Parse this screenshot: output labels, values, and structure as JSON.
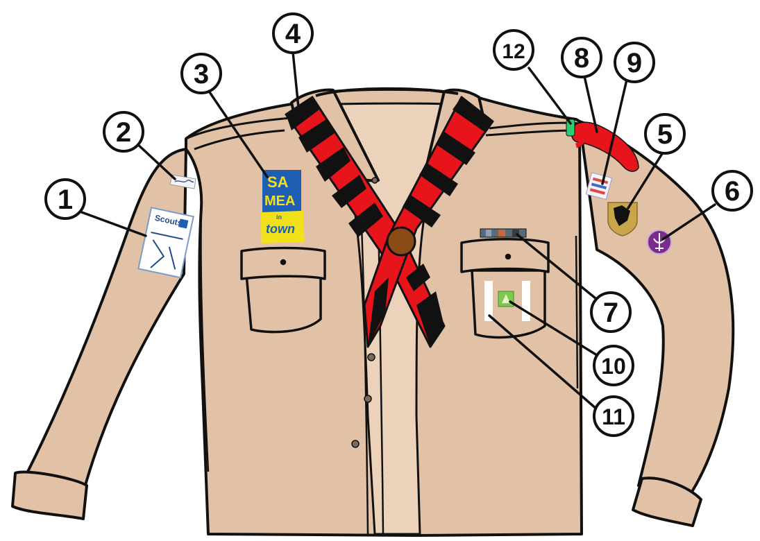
{
  "callouts": [
    {
      "number": "1",
      "target": "left-sleeve-badge"
    },
    {
      "number": "2",
      "target": "left-shoulder-name-tape"
    },
    {
      "number": "3",
      "target": "chest-badge"
    },
    {
      "number": "4",
      "target": "neckerchief"
    },
    {
      "number": "5",
      "target": "right-sleeve-crest-badge"
    },
    {
      "number": "6",
      "target": "right-sleeve-purple-badge"
    },
    {
      "number": "7",
      "target": "ribbon-bar"
    },
    {
      "number": "8",
      "target": "shoulder-cord"
    },
    {
      "number": "9",
      "target": "flag-badge"
    },
    {
      "number": "10",
      "target": "pocket-green-badge"
    },
    {
      "number": "11",
      "target": "pocket-white-stripes"
    },
    {
      "number": "12",
      "target": "shoulder-loop-clip"
    }
  ],
  "chest_badge": {
    "line1": "SA",
    "line2": "MEA",
    "line3": "in",
    "line4": "town"
  },
  "sleeve_badge": {
    "text": "Scouts"
  },
  "colors": {
    "shirt": "#e2c2a6",
    "shirt_inner": "#ecd2ba",
    "outline": "#111111",
    "neckerchief_red": "#e8141c",
    "neckerchief_black": "#111111",
    "woggle": "#8a4a16",
    "cord": "#e8141c",
    "clip": "#2ecc71",
    "chest_badge_blue": "#1e5fb4",
    "chest_badge_yellow": "#f2e01a",
    "purple_badge": "#7a2c8e",
    "crest_badge": "#c9a64a",
    "pocket_green": "#7ec850"
  }
}
